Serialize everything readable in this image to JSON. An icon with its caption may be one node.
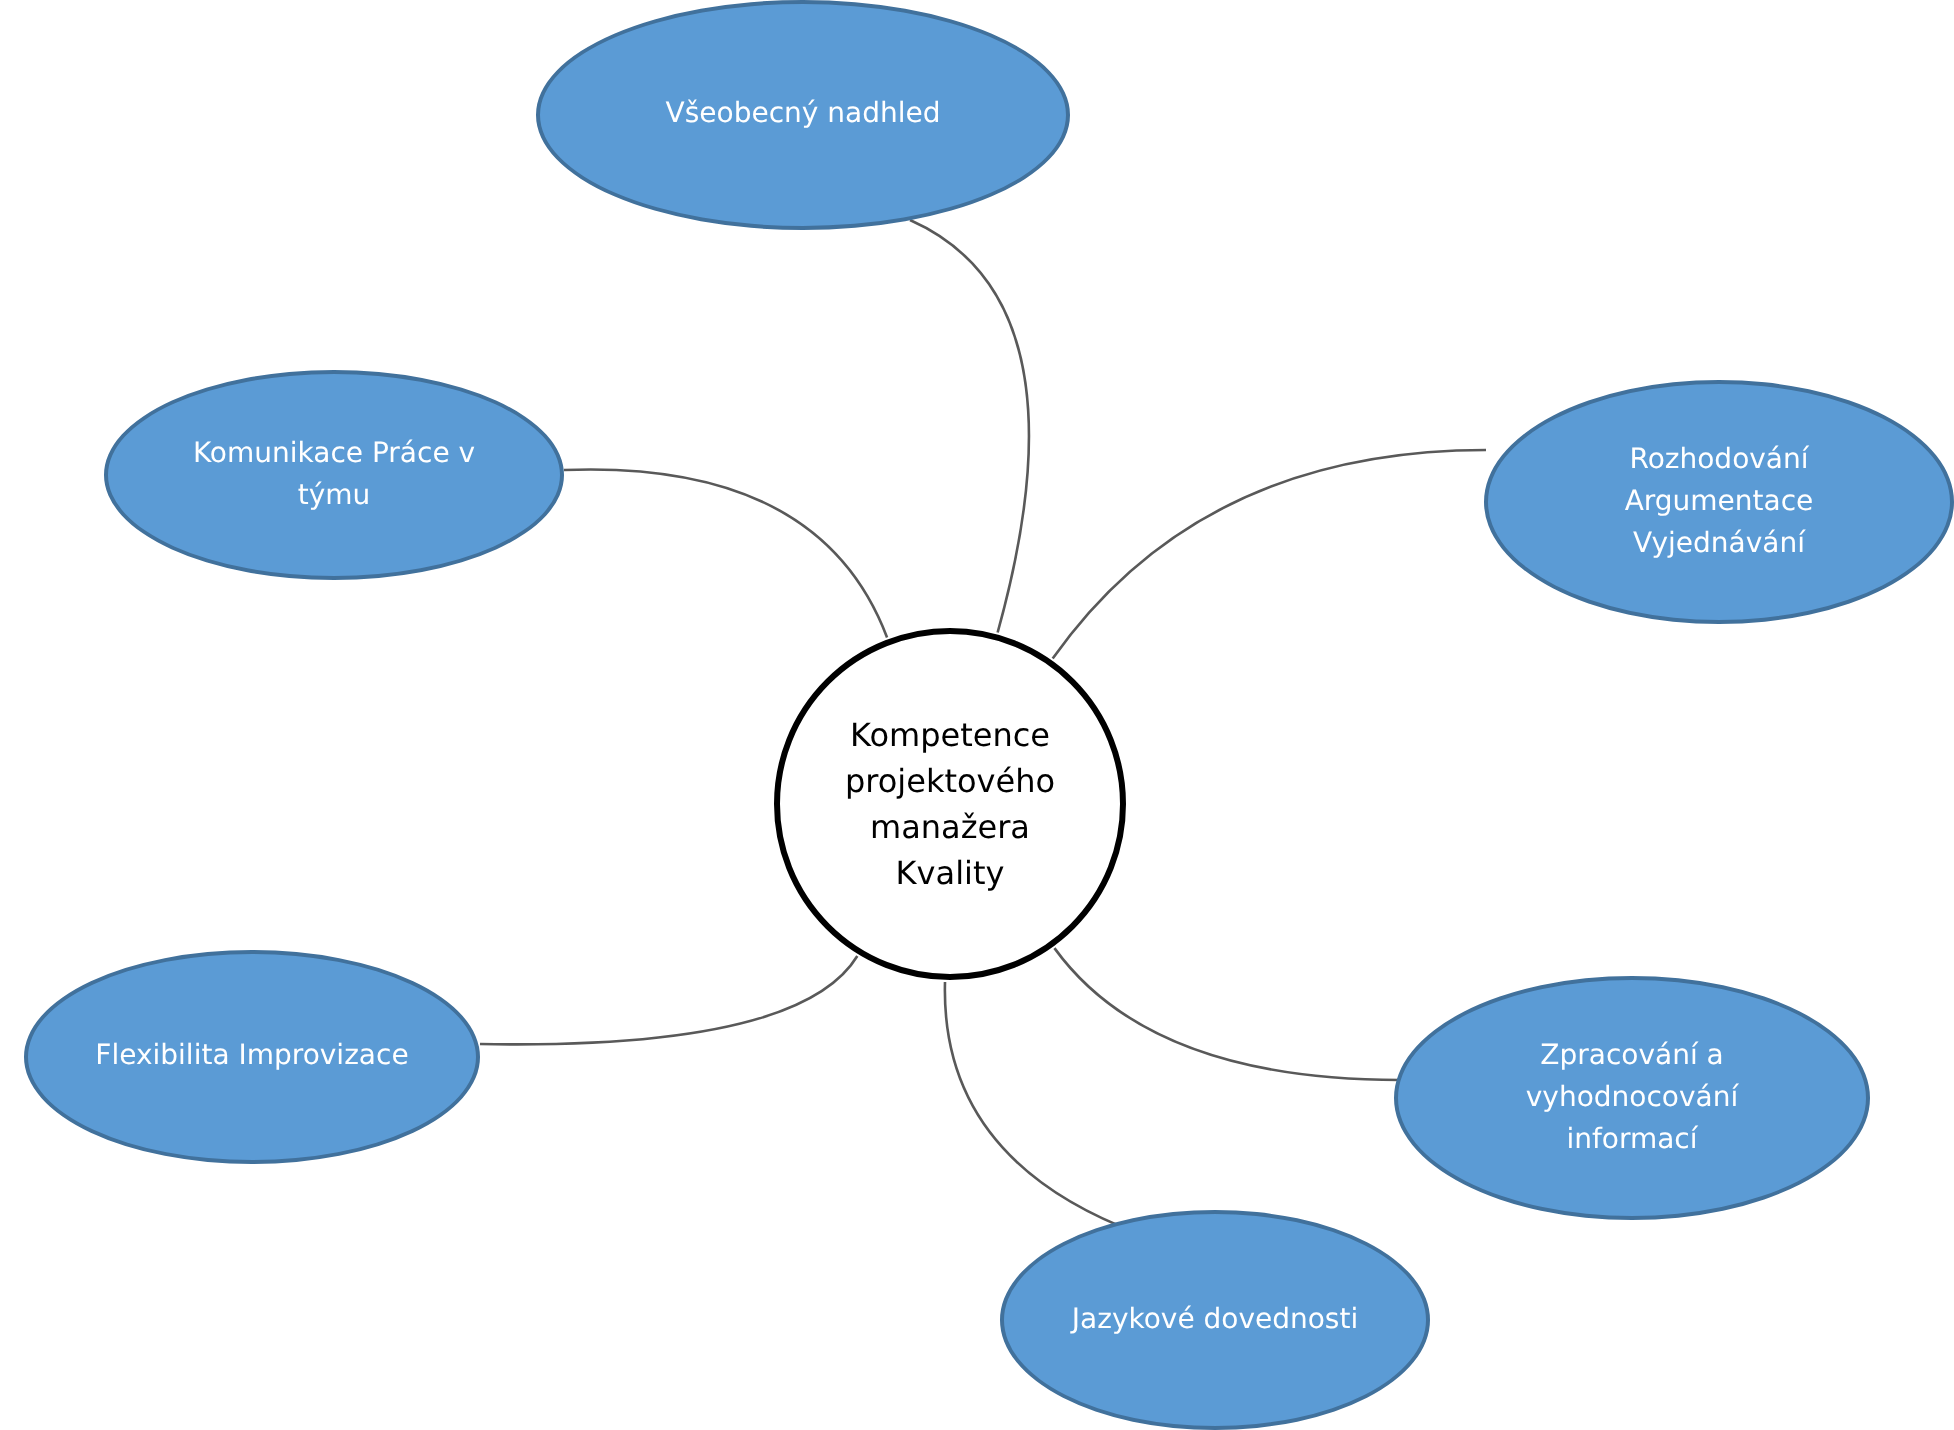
{
  "diagram": {
    "nodes": [
      {
        "text": [
          "Kompetence projektového manažera Kvality"
        ]
      },
      {
        "text": [
          "Všeobecný nadhled"
        ]
      },
      {
        "text": [
          "Komunikace Práce v týmu"
        ]
      },
      {
        "text": [
          "Rozhodování Argumentace Vyjednávání"
        ]
      },
      {
        "text": [
          "Flexibilita Improvizace"
        ]
      },
      {
        "text": [
          "Zpracování a vyhodnocování informací"
        ]
      },
      {
        "text": [
          "Jazykové dovednosti"
        ]
      }
    ],
    "edges": [
      {
        "from": 0,
        "to": 1,
        "arrow": "none"
      },
      {
        "from": 0,
        "to": 2,
        "arrow": "none"
      },
      {
        "from": 0,
        "to": 3,
        "arrow": "none"
      },
      {
        "from": 0,
        "to": 4,
        "arrow": "none"
      },
      {
        "from": 0,
        "to": 5,
        "arrow": "none"
      },
      {
        "from": 0,
        "to": 6,
        "arrow": "none"
      }
    ]
  }
}
